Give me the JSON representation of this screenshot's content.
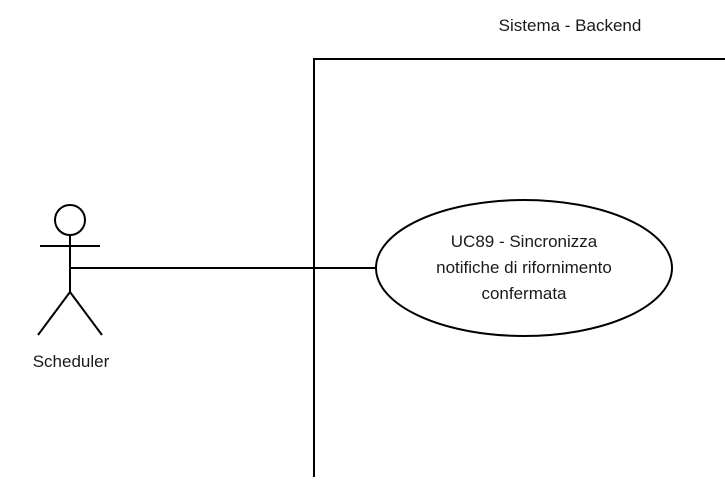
{
  "system": {
    "title": "Sistema - Backend"
  },
  "actor": {
    "name": "Scheduler"
  },
  "usecase": {
    "lines": [
      "UC89 - Sincronizza",
      "notifiche di rifornimento",
      "confermata"
    ]
  },
  "colors": {
    "stroke": "#000000",
    "background": "#ffffff",
    "text": "#1a1a1a"
  }
}
